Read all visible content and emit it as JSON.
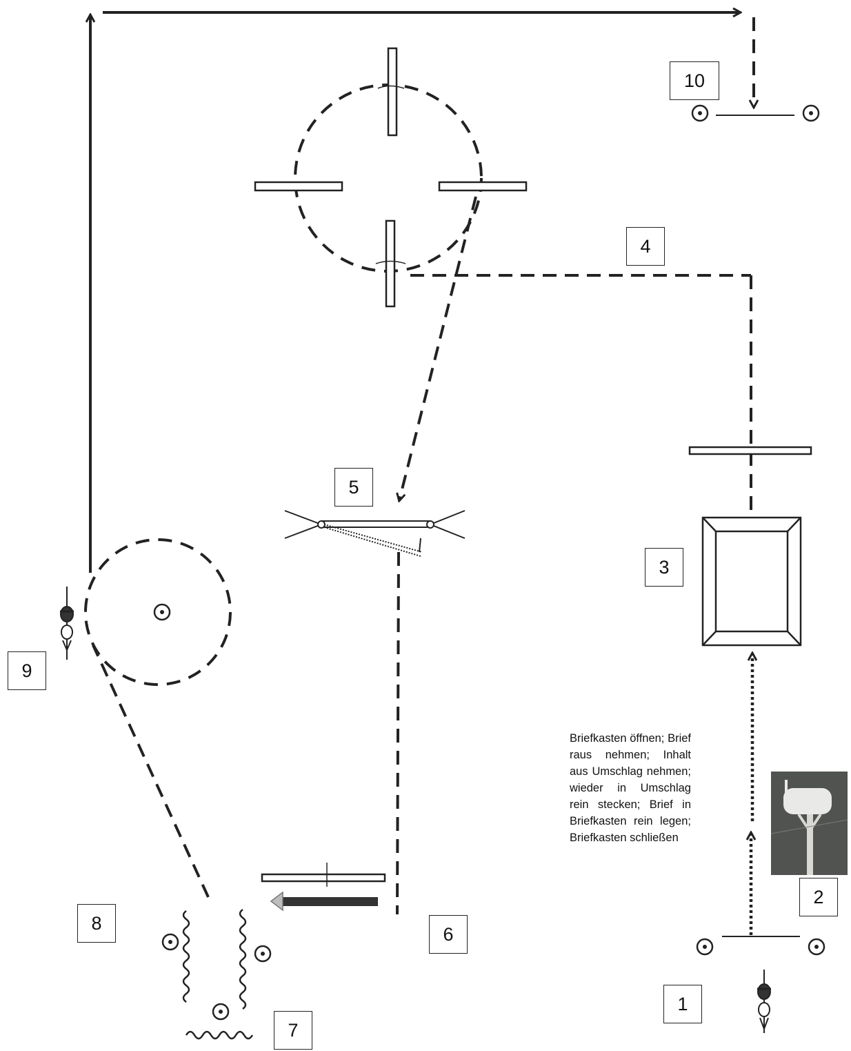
{
  "stations": [
    {
      "id": "station-1",
      "label": "1"
    },
    {
      "id": "station-2",
      "label": "2"
    },
    {
      "id": "station-3",
      "label": "3"
    },
    {
      "id": "station-4",
      "label": "4"
    },
    {
      "id": "station-5",
      "label": "5"
    },
    {
      "id": "station-6",
      "label": "6"
    },
    {
      "id": "station-7",
      "label": "7"
    },
    {
      "id": "station-8",
      "label": "8"
    },
    {
      "id": "station-9",
      "label": "9"
    },
    {
      "id": "station-10",
      "label": "10"
    }
  ],
  "instructions": "Briefkasten öffnen; Brief raus nehmen; Inhalt aus Umschlag nehmen; wieder in Umschlag rein stecken; Brief in Briefkasten rein legen; Briefkasten schließen",
  "icons": [
    "cone-icon",
    "horse-rider-icon",
    "mailbox-photo",
    "arrow-icon",
    "gate-icon",
    "barrel-icon",
    "rope-gate-icon",
    "wavy-obstacle-icon"
  ],
  "colors": {
    "ink": "#222222",
    "paper": "#ffffff",
    "photo_bg": "#5a5c58"
  }
}
